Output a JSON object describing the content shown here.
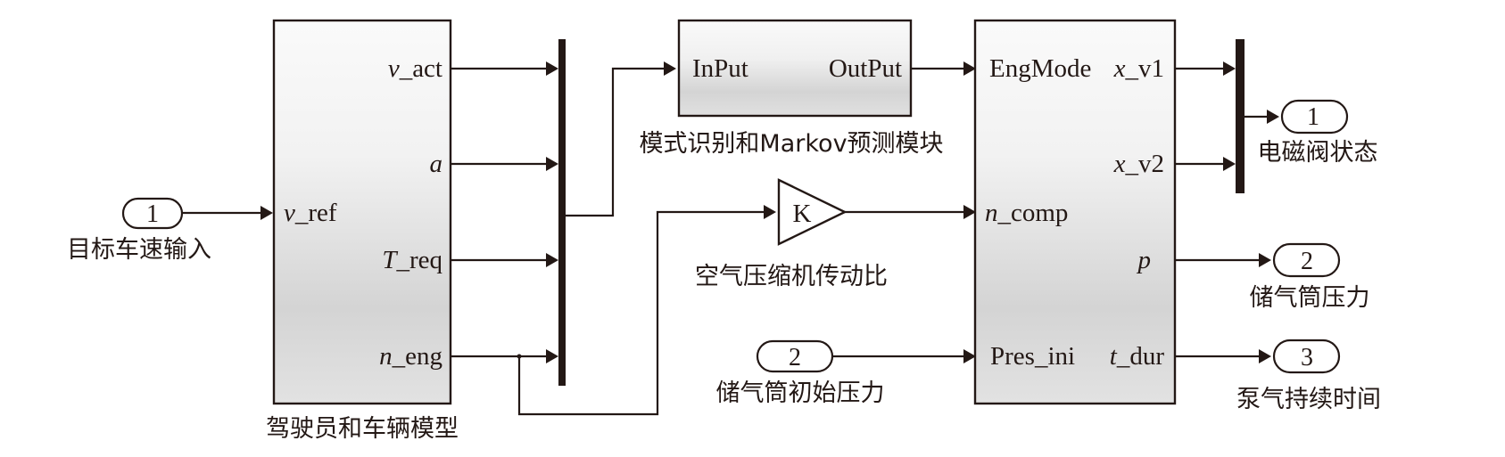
{
  "diagram": {
    "type": "simulink-block-diagram",
    "colors": {
      "ink": "#231815",
      "block_fill_top": "#fafafa",
      "block_fill_mid": "#d4d4d4",
      "block_fill_bottom": "#e4e4e4"
    },
    "inports": [
      {
        "id": "in1",
        "number": "1",
        "caption": "目标车速输入"
      },
      {
        "id": "in2",
        "number": "2",
        "caption": "储气筒初始压力"
      }
    ],
    "outports": [
      {
        "id": "out1",
        "number": "1",
        "caption": "电磁阀状态"
      },
      {
        "id": "out2",
        "number": "2",
        "caption": "储气筒压力"
      },
      {
        "id": "out3",
        "number": "3",
        "caption": "泵气持续时间"
      }
    ],
    "blocks": {
      "driver_vehicle": {
        "caption": "驾驶员和车辆模型",
        "inputs": [
          {
            "italic": "v",
            "rest": "_ref"
          }
        ],
        "outputs": [
          {
            "italic": "v",
            "rest": "_act"
          },
          {
            "italic": "a",
            "rest": ""
          },
          {
            "italic": "T",
            "rest": "_req"
          },
          {
            "italic": "n",
            "rest": "_eng"
          }
        ]
      },
      "mode_markov": {
        "caption": "模式识别和Markov预测模块",
        "input": "InPut",
        "output": "OutPut"
      },
      "gain": {
        "symbol": "K",
        "caption": "空气压缩机传动比"
      },
      "compressor": {
        "inputs": [
          {
            "italic": "",
            "rest": "EngMode"
          },
          {
            "italic": "n",
            "rest": "_comp"
          },
          {
            "italic": "",
            "rest": "Pres_ini"
          }
        ],
        "outputs": [
          {
            "italic": "x",
            "rest": "_v1"
          },
          {
            "italic": "x",
            "rest": "_v2"
          },
          {
            "italic": "p",
            "rest": ""
          },
          {
            "italic": "t",
            "rest": "_dur"
          }
        ]
      }
    }
  }
}
